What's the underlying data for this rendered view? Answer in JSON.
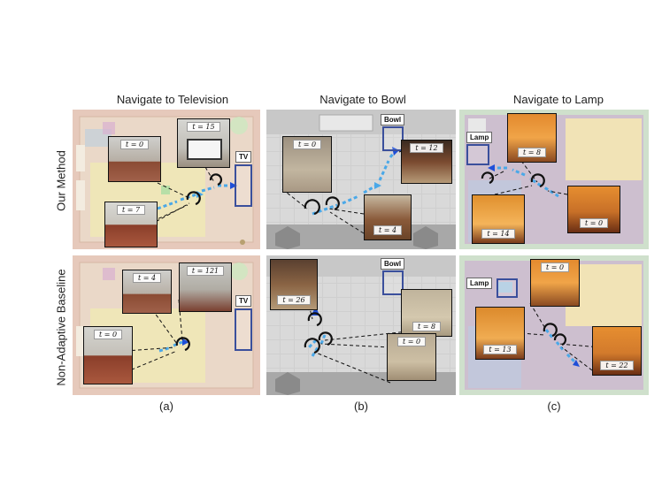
{
  "columns": [
    {
      "title": "Navigate to Television",
      "sublabel": "(a)",
      "target": "TV"
    },
    {
      "title": "Navigate to Bowl",
      "sublabel": "(b)",
      "target": "Bowl"
    },
    {
      "title": "Navigate to Lamp",
      "sublabel": "(c)",
      "target": "Lamp"
    }
  ],
  "rows": [
    {
      "label": "Our Method"
    },
    {
      "label": "Non-Adaptive Baseline"
    }
  ],
  "panels": {
    "a_top": {
      "steps": [
        "t = 0",
        "t = 15",
        "t = 7"
      ]
    },
    "b_top": {
      "steps": [
        "t = 0",
        "t = 12",
        "t = 4"
      ]
    },
    "c_top": {
      "steps": [
        "t = 8",
        "t = 14",
        "t = 0"
      ]
    },
    "a_bottom": {
      "steps": [
        "t = 4",
        "t = 121",
        "t = 0"
      ]
    },
    "b_bottom": {
      "steps": [
        "t = 26",
        "t = 8",
        "t = 0"
      ]
    },
    "c_bottom": {
      "steps": [
        "t = 0",
        "t = 13",
        "t = 22"
      ]
    }
  },
  "colors": {
    "target_box": "#3a4f9c",
    "path_start": "#7fe0f0",
    "path_end": "#1f4fd8"
  }
}
